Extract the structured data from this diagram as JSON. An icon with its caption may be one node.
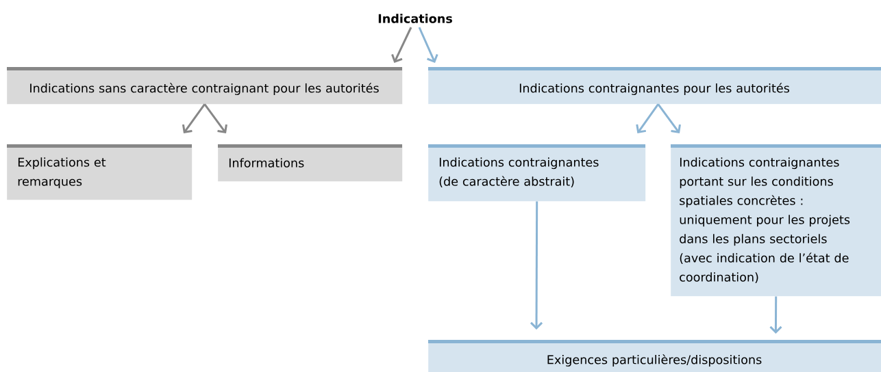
{
  "diagram": {
    "nodes": [
      {
        "text": [
          "Indications"
        ]
      },
      {
        "text": [
          "Indications sans caractère contraignant pour les autorités"
        ]
      },
      {
        "text": [
          "Indications contraignantes pour les autorités"
        ]
      },
      {
        "text": [
          "Explications et remarques"
        ]
      },
      {
        "text": [
          "Informations"
        ]
      },
      {
        "text": [
          "Indications contraignantes (de caractère abstrait)"
        ]
      },
      {
        "text": [
          "Indications contraignantes portant sur les conditions spatiales concrètes : uniquement pour les projets dans les plans sectoriels (avec indication de l’état de coordination)"
        ]
      },
      {
        "text": [
          "Exigences particulières/dispositions"
        ]
      }
    ],
    "edges": [
      {
        "from": 0,
        "to": 1,
        "arrow": "to",
        "color": "#878787"
      },
      {
        "from": 0,
        "to": 2,
        "arrow": "to"
      },
      {
        "from": 1,
        "to": 3,
        "arrow": "to",
        "color": "#878787"
      },
      {
        "from": 1,
        "to": 4,
        "arrow": "to",
        "color": "#878787"
      },
      {
        "from": 2,
        "to": 5,
        "arrow": "to"
      },
      {
        "from": 2,
        "to": 6,
        "arrow": "to"
      },
      {
        "from": 5,
        "to": 7,
        "arrow": "to"
      },
      {
        "from": 6,
        "to": 7,
        "arrow": "to"
      }
    ]
  }
}
